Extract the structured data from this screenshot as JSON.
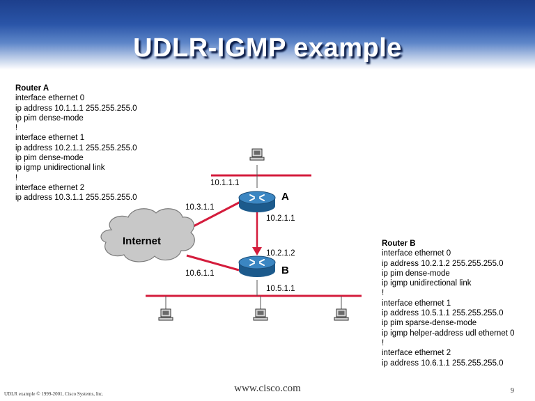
{
  "title": "UDLR-IGMP example",
  "router_a_config": {
    "header": "Router A",
    "lines": [
      "interface ethernet 0",
      "ip address 10.1.1.1 255.255.255.0",
      "ip pim dense-mode",
      "!",
      "interface ethernet 1",
      "ip address 10.2.1.1 255.255.255.0",
      "ip pim dense-mode",
      "ip igmp unidirectional link",
      "!",
      "interface ethernet 2",
      "ip address 10.3.1.1 255.255.255.0"
    ]
  },
  "router_b_config": {
    "header": "Router B",
    "lines": [
      "interface ethernet 0",
      "ip address 10.2.1.2 255.255.255.0",
      "ip pim dense-mode",
      "ip igmp unidirectional link",
      "!",
      "interface ethernet 1",
      "ip address 10.5.1.1 255.255.255.0",
      "ip pim sparse-dense-mode",
      "ip igmp helper-address udl ethernet 0",
      "!",
      "interface ethernet 2",
      "ip address 10.6.1.1 255.255.255.0"
    ]
  },
  "diagram": {
    "cloud_label": "Internet",
    "router_a_label": "A",
    "router_b_label": "B",
    "addresses": {
      "a_e0": "10.1.1.1",
      "a_e2": "10.3.1.1",
      "a_e1": "10.2.1.1",
      "b_e0": "10.2.1.2",
      "b_e2": "10.6.1.1",
      "b_e1": "10.5.1.1"
    },
    "colors": {
      "link": "#d41c3c",
      "router_top": "#2f74a8",
      "router_body": "#1c5a8c",
      "cloud": "#c8c8c8"
    }
  },
  "footer": {
    "left": "UDLR example © 1999-2001, Cisco Systems, Inc.",
    "center": "www.cisco.com",
    "page": "9"
  }
}
